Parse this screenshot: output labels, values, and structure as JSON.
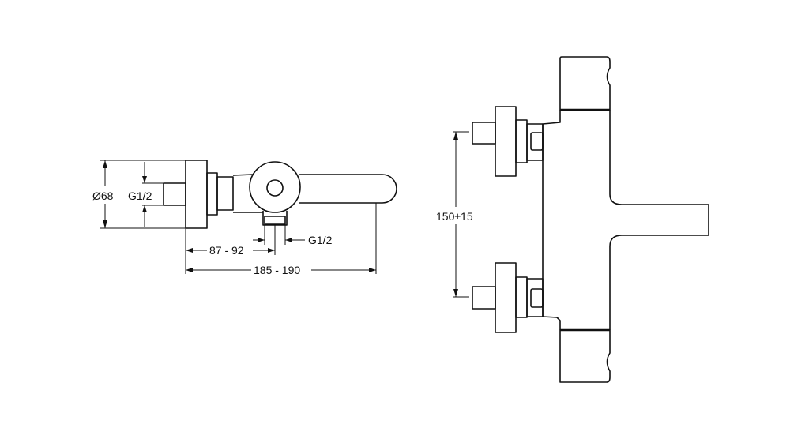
{
  "side_view": {
    "diameter_label": "Ø68",
    "inlet_thread_label": "G1/2",
    "outlet_thread_label": "G1/2",
    "outlet_offset_label": "87 - 92",
    "total_depth_label": "185 - 190"
  },
  "front_view": {
    "inlet_spacing_label": "150±15"
  },
  "colors": {
    "line": "#111111",
    "background": "#ffffff"
  }
}
